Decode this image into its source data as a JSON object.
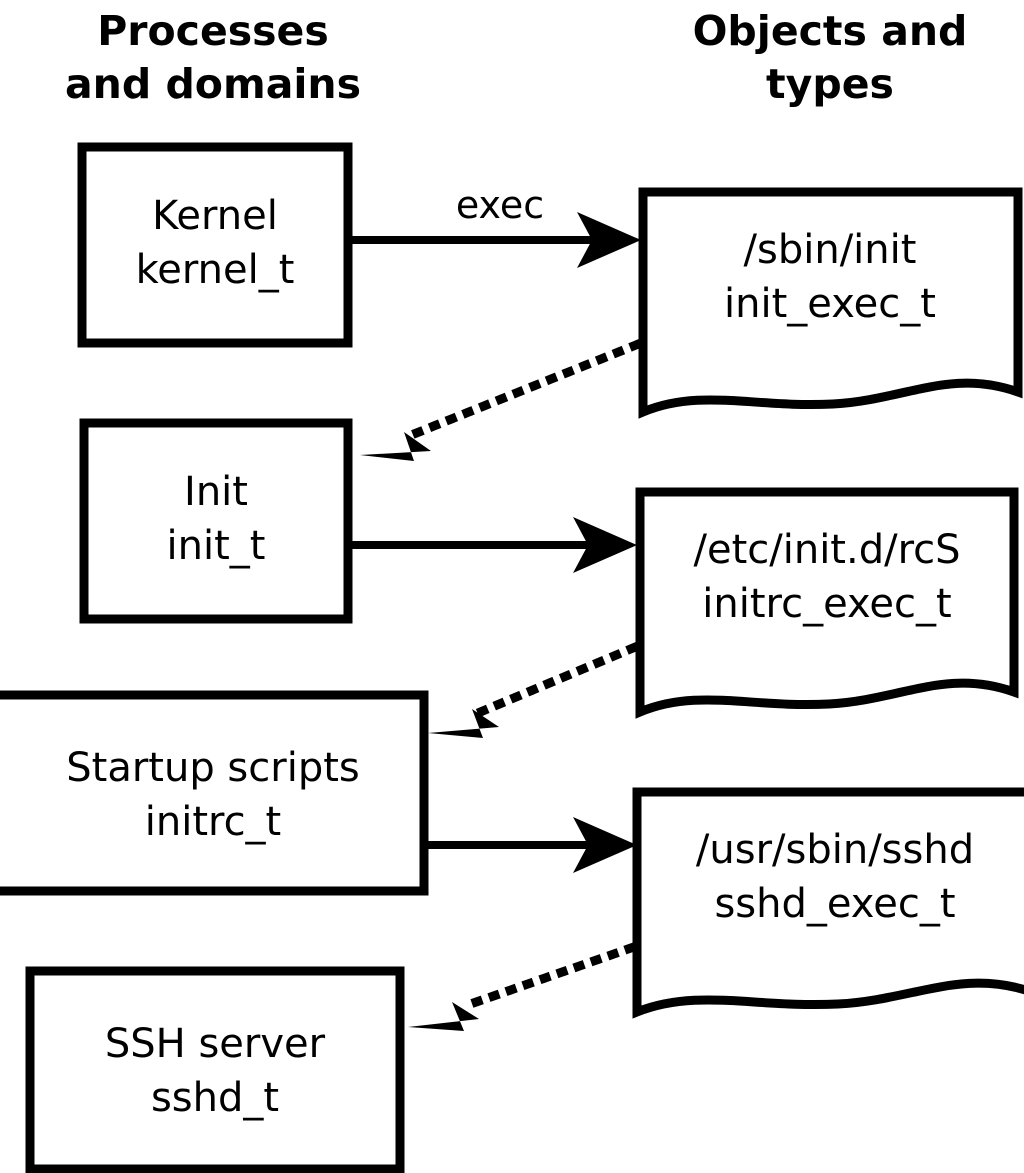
{
  "diagram": {
    "title_columns": {
      "left": {
        "line1": "Processes",
        "line2": "and domains"
      },
      "right": {
        "line1": "Objects and",
        "line2": "types"
      }
    },
    "colors": {
      "stroke": "#000000",
      "fill": "#ffffff",
      "background": "#ffffff"
    },
    "process_nodes": [
      {
        "name": "Kernel",
        "type": "kernel_t"
      },
      {
        "name": "Init",
        "type": "init_t"
      },
      {
        "name": "Startup scripts",
        "type": "initrc_t"
      },
      {
        "name": "SSH server",
        "type": "sshd_t"
      }
    ],
    "object_nodes": [
      {
        "path": "/sbin/init",
        "type": "init_exec_t"
      },
      {
        "path": "/etc/init.d/rcS",
        "type": "initrc_exec_t"
      },
      {
        "path": "/usr/sbin/sshd",
        "type": "sshd_exec_t"
      }
    ],
    "edges": [
      {
        "from": "Kernel kernel_t",
        "to": "/sbin/init init_exec_t",
        "label": "exec",
        "style": "solid"
      },
      {
        "from": "/sbin/init init_exec_t",
        "to": "Init init_t",
        "label": "",
        "style": "dotted"
      },
      {
        "from": "Init init_t",
        "to": "/etc/init.d/rcS initrc_exec_t",
        "label": "",
        "style": "solid"
      },
      {
        "from": "/etc/init.d/rcS initrc_exec_t",
        "to": "Startup scripts initrc_t",
        "label": "",
        "style": "dotted"
      },
      {
        "from": "Startup scripts initrc_t",
        "to": "/usr/sbin/sshd sshd_exec_t",
        "label": "",
        "style": "solid"
      },
      {
        "from": "/usr/sbin/sshd sshd_exec_t",
        "to": "SSH server sshd_t",
        "label": "",
        "style": "dotted"
      }
    ],
    "edge_labels": {
      "exec": "exec"
    }
  }
}
